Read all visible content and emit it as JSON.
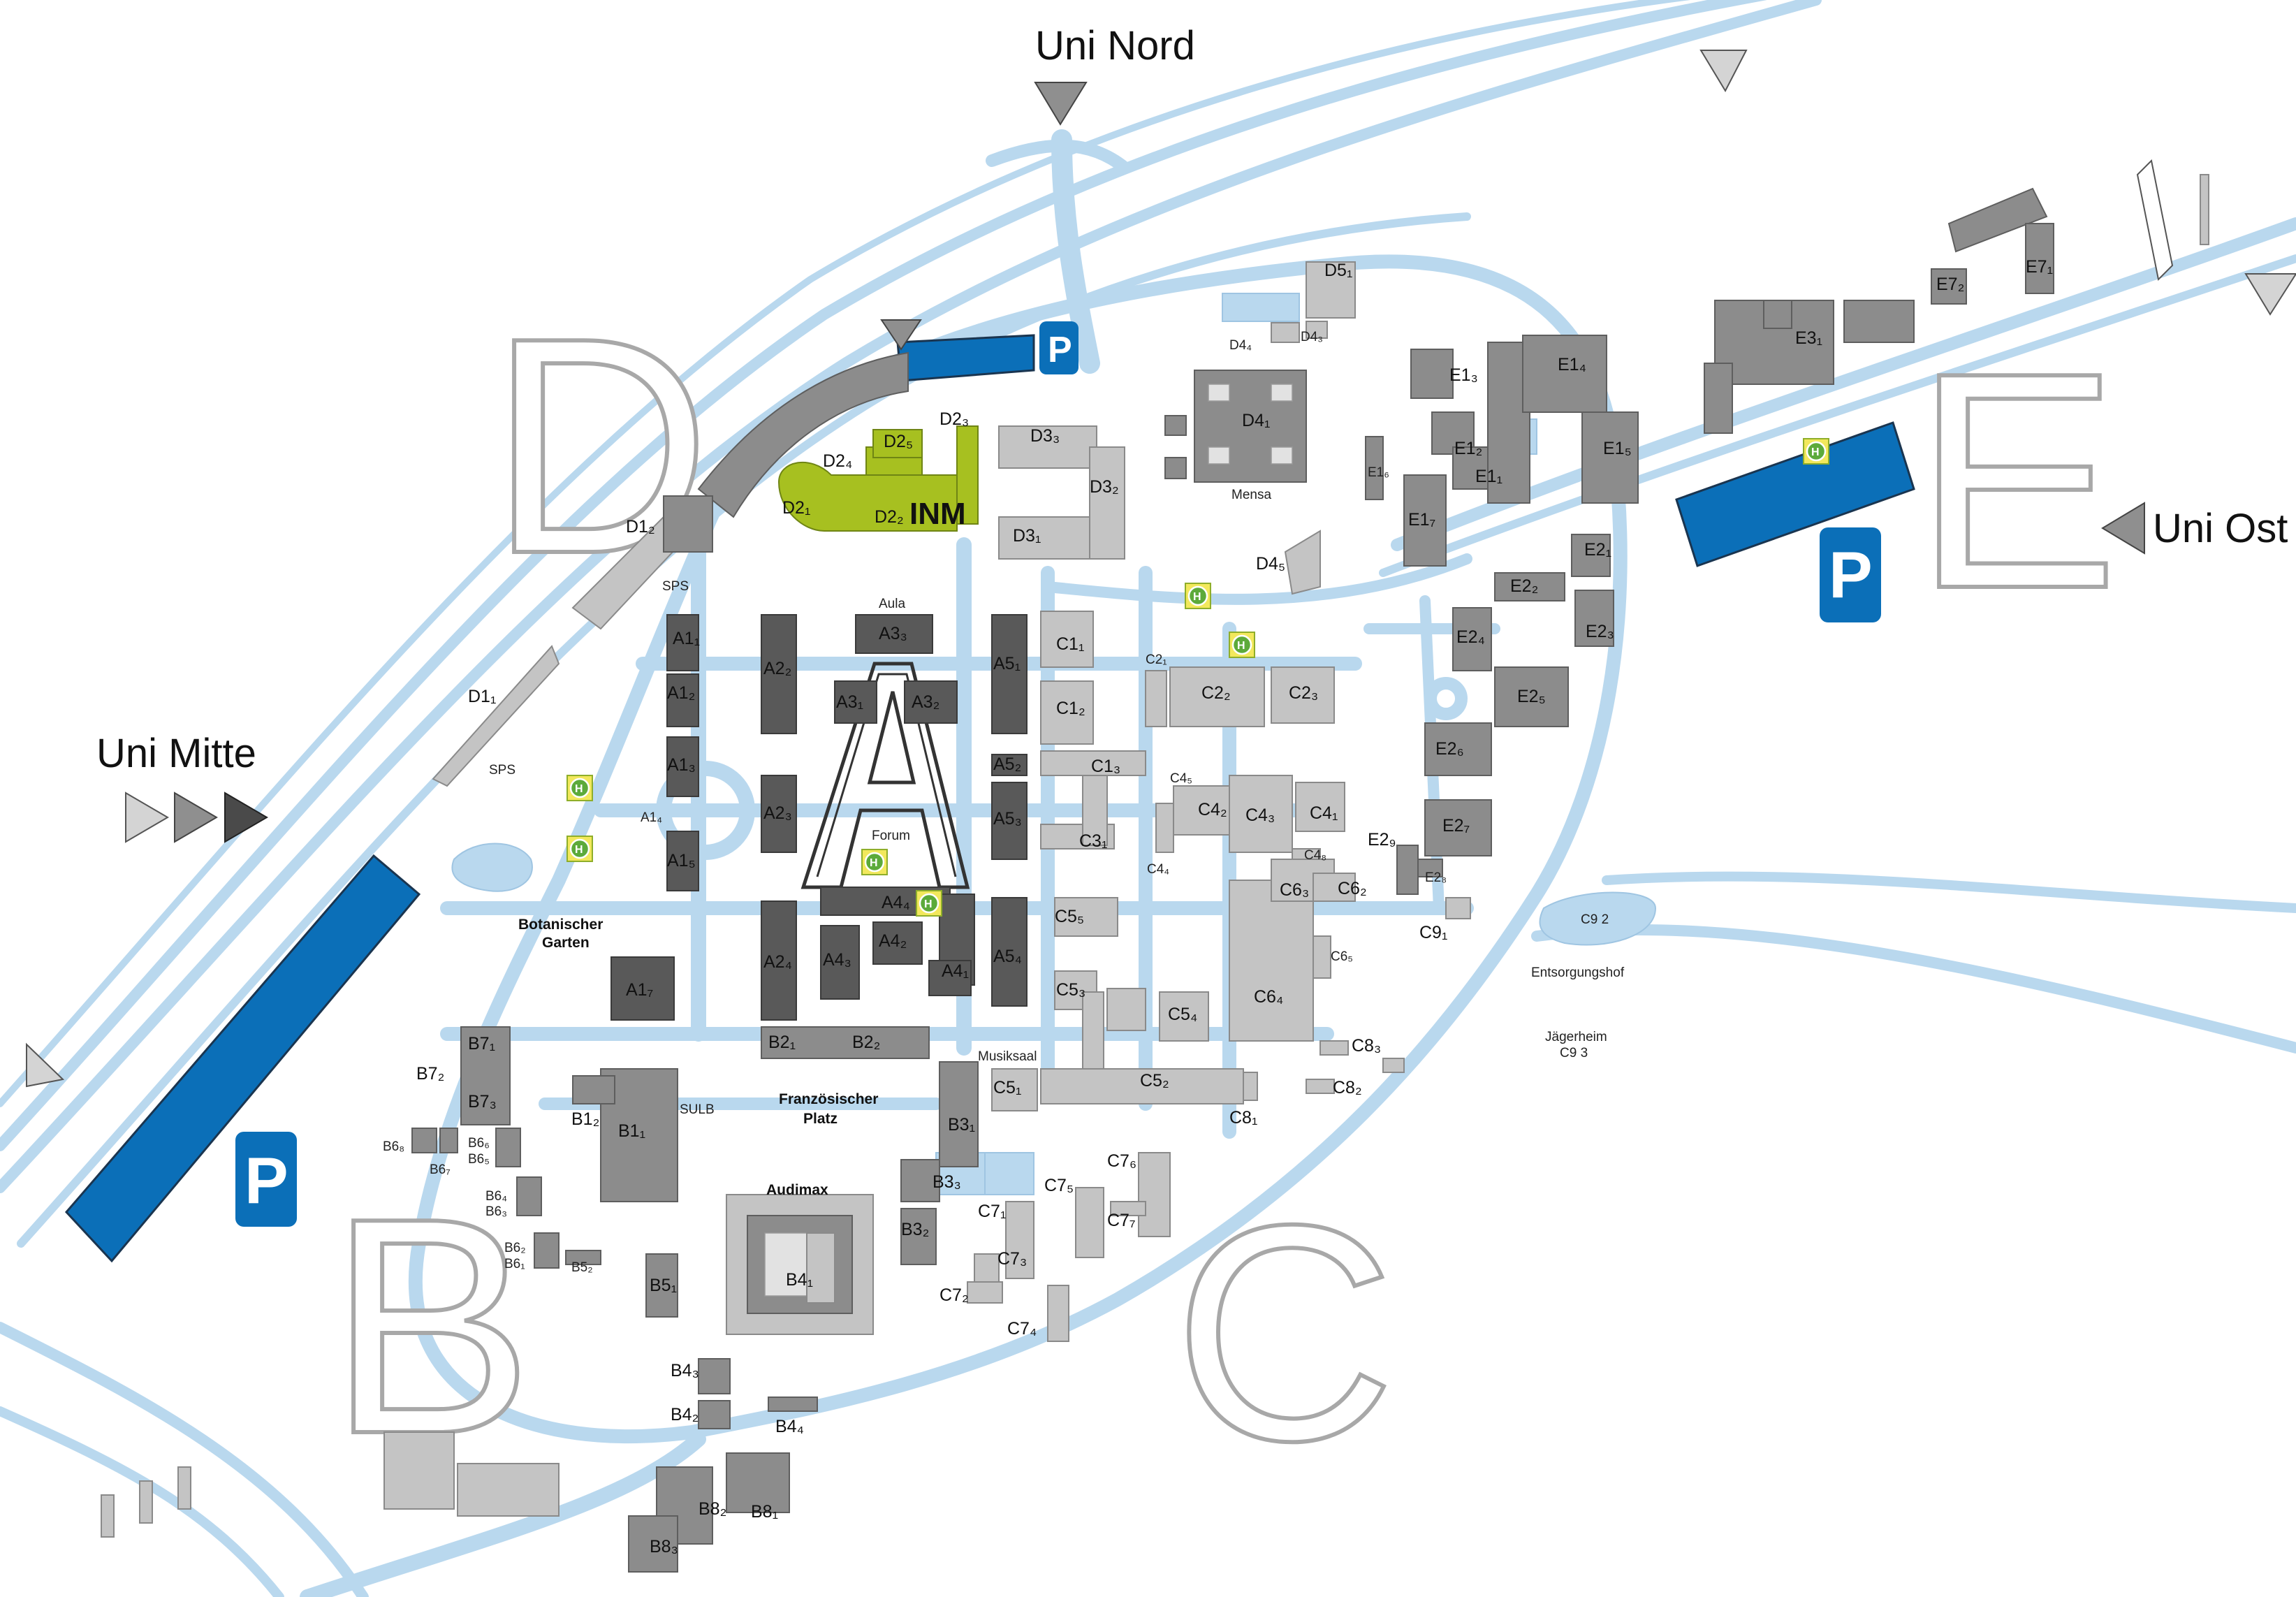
{
  "entrances": {
    "north": "Uni Nord",
    "east": "Uni Ost",
    "middle": "Uni Mitte"
  },
  "zones": [
    "A",
    "B",
    "C",
    "D",
    "E"
  ],
  "places": {
    "aula": "Aula",
    "forum": "Forum",
    "mensa": "Mensa",
    "sps_north": "SPS",
    "sps_south": "SPS",
    "botanischer_garten_1": "Botanischer",
    "botanischer_garten_2": "Garten",
    "sulb": "SULB",
    "franz_platz_1": "Französischer",
    "franz_platz_2": "Platz",
    "audimax": "Audimax",
    "musiksaal": "Musiksaal",
    "entsorgungshof": "Entsorgungshof",
    "jaegerheim": "Jägerheim",
    "c93": "C9 3",
    "c92": "C9 2",
    "inm": "INM"
  },
  "parking_label": "P",
  "bus_label": "H",
  "buildings": {
    "A1_1": "A1₁",
    "A1_2": "A1₂",
    "A1_3": "A1₃",
    "A1_4": "A1₄",
    "A1_5": "A1₅",
    "A1_7": "A1₇",
    "A2_2": "A2₂",
    "A2_3": "A2₃",
    "A2_4": "A2₄",
    "A3_1": "A3₁",
    "A3_2": "A3₂",
    "A3_3": "A3₃",
    "A4_1": "A4₁",
    "A4_2": "A4₂",
    "A4_3": "A4₃",
    "A4_4": "A4₄",
    "A5_1": "A5₁",
    "A5_2": "A5₂",
    "A5_3": "A5₃",
    "A5_4": "A5₄",
    "B1_1": "B1₁",
    "B1_2": "B1₂",
    "B2_1": "B2₁",
    "B2_2": "B2₂",
    "B3_1": "B3₁",
    "B3_2": "B3₂",
    "B3_3": "B3₃",
    "B4_1": "B4₁",
    "B4_2": "B4₂",
    "B4_3": "B4₃",
    "B4_4": "B4₄",
    "B5_1": "B5₁",
    "B5_2": "B5₂",
    "B6_1": "B6₁",
    "B6_2": "B6₂",
    "B6_3": "B6₃",
    "B6_4": "B6₄",
    "B6_5": "B6₅",
    "B6_6": "B6₆",
    "B6_7": "B6₇",
    "B6_8": "B6₈",
    "B7_1": "B7₁",
    "B7_2": "B7₂",
    "B7_3": "B7₃",
    "B8_1": "B8₁",
    "B8_2": "B8₂",
    "B8_3": "B8₃",
    "C1_1": "C1₁",
    "C1_2": "C1₂",
    "C1_3": "C1₃",
    "C2_1": "C2₁",
    "C2_2": "C2₂",
    "C2_3": "C2₃",
    "C3_1": "C3₁",
    "C4_1": "C4₁",
    "C4_2": "C4₂",
    "C4_3": "C4₃",
    "C4_4": "C4₄",
    "C4_5": "C4₅",
    "C4_8": "C4₈",
    "C5_1": "C5₁",
    "C5_2": "C5₂",
    "C5_3": "C5₃",
    "C5_4": "C5₄",
    "C5_5": "C5₅",
    "C6_2": "C6₂",
    "C6_3": "C6₃",
    "C6_4": "C6₄",
    "C6_5": "C6₅",
    "C7_1": "C7₁",
    "C7_2": "C7₂",
    "C7_3": "C7₃",
    "C7_4": "C7₄",
    "C7_5": "C7₅",
    "C7_6": "C7₆",
    "C7_7": "C7₇",
    "C8_1": "C8₁",
    "C8_2": "C8₂",
    "C8_3": "C8₃",
    "C9_1": "C9₁",
    "D1_1": "D1₁",
    "D1_2": "D1₂",
    "D2_1": "D2₁",
    "D2_2": "D2₂",
    "D2_3": "D2₃",
    "D2_4": "D2₄",
    "D2_5": "D2₅",
    "D3_1": "D3₁",
    "D3_2": "D3₂",
    "D3_3": "D3₃",
    "D4_1": "D4₁",
    "D4_3": "D4₃",
    "D4_4": "D4₄",
    "D4_5": "D4₅",
    "D5_1": "D5₁",
    "E1_1": "E1₁",
    "E1_2": "E1₂",
    "E1_3": "E1₃",
    "E1_4": "E1₄",
    "E1_5": "E1₅",
    "E1_6": "E1₆",
    "E1_7": "E1₇",
    "E2_1": "E2₁",
    "E2_2": "E2₂",
    "E2_3": "E2₃",
    "E2_4": "E2₄",
    "E2_5": "E2₅",
    "E2_6": "E2₆",
    "E2_7": "E2₇",
    "E2_8": "E2₈",
    "E2_9": "E2₉",
    "E3_1": "E3₁",
    "E7_1": "E7₁",
    "E7_2": "E7₂"
  },
  "colors": {
    "road": "#b9d8ee",
    "parking": "#0b6fb8",
    "inm": "#a7c020",
    "building": "#8c8c8c",
    "building_dark": "#595959",
    "building_light": "#c4c4c4",
    "bus_stop": "#5caa3a"
  }
}
